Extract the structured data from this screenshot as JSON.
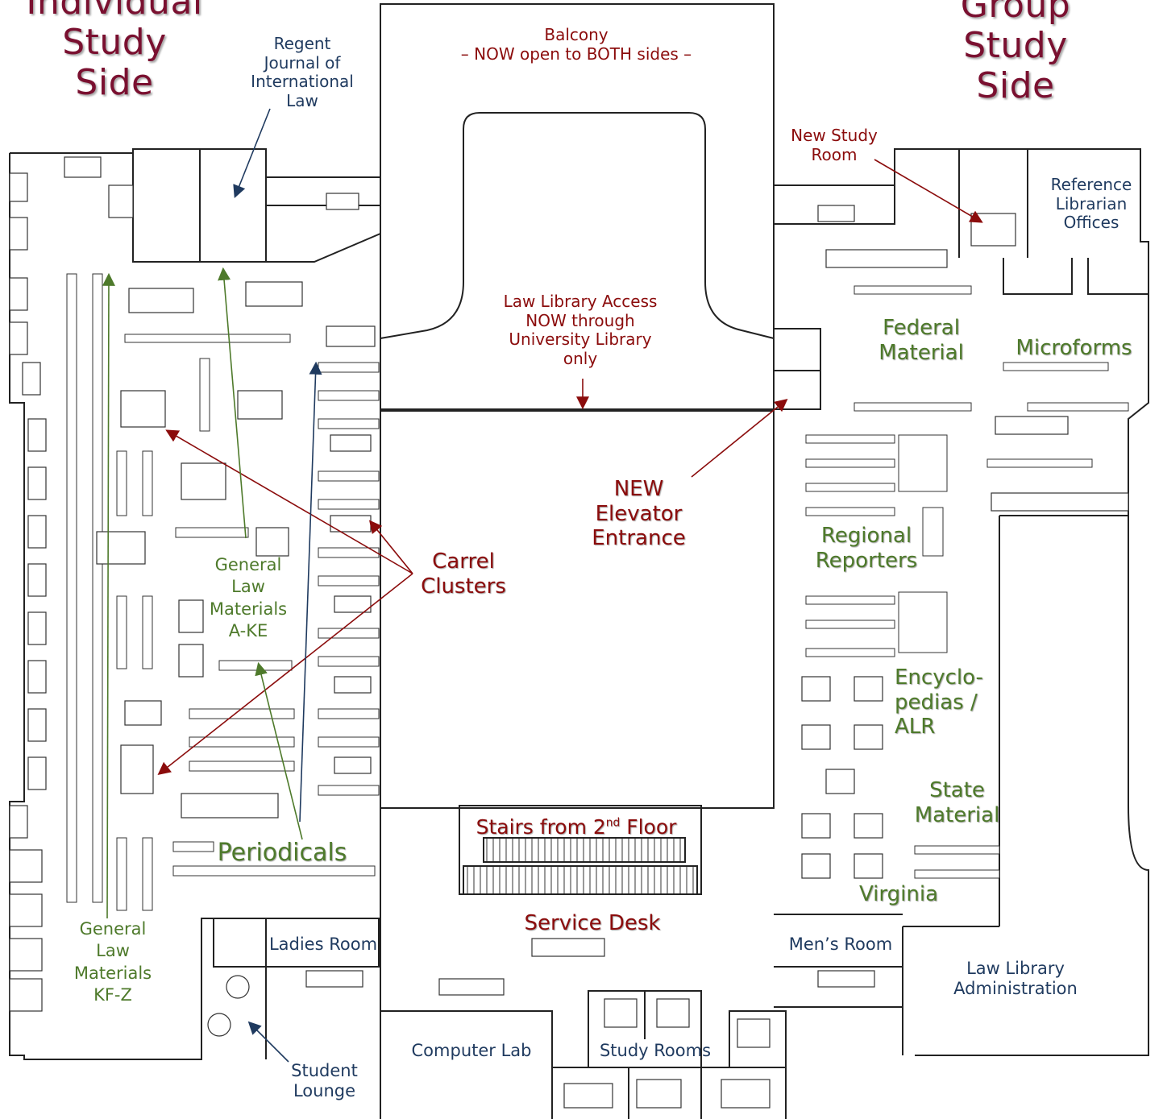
{
  "titles": {
    "individual_study_side": [
      "Individual",
      "Study Side"
    ],
    "group_study_side": [
      "Group Study",
      "Side"
    ]
  },
  "labels": {
    "regent_journal": [
      "Regent",
      "Journal of",
      "International",
      "Law"
    ],
    "balcony": [
      "Balcony",
      "– NOW open to BOTH sides –"
    ],
    "new_study_room": [
      "New Study",
      "Room"
    ],
    "reference_librarian_offices": [
      "Reference",
      "Librarian",
      "Offices"
    ],
    "law_library_access": [
      "Law Library Access",
      "NOW through",
      "University Library",
      "only"
    ],
    "federal_material": [
      "Federal",
      "Material"
    ],
    "microforms": "Microforms",
    "new_elevator_entrance": [
      "NEW",
      "Elevator",
      "Entrance"
    ],
    "carrel_clusters": [
      "Carrel",
      "Clusters"
    ],
    "regional_reporters": [
      "Regional",
      "Reporters"
    ],
    "general_law_materials_a_ke": [
      "General",
      "Law",
      "Materials",
      "A-KE"
    ],
    "encyclopedias_alr": [
      "Encyclo-",
      "pedias /",
      "ALR"
    ],
    "state_material": [
      "State",
      "Material"
    ],
    "stairs_prefix": "Stairs from 2",
    "stairs_sup": "nd",
    "stairs_suffix": " Floor",
    "periodicals": "Periodicals",
    "virginia": "Virginia",
    "service_desk": "Service Desk",
    "ladies_room": "Ladies Room",
    "mens_room": "Men’s Room",
    "law_library_administration": [
      "Law Library",
      "Administration"
    ],
    "general_law_materials_kf_z": [
      "General",
      "Law",
      "Materials",
      "KF-Z"
    ],
    "computer_lab": "Computer Lab",
    "study_rooms": "Study Rooms",
    "student_lounge": [
      "Student",
      "Lounge"
    ]
  },
  "colors": {
    "navy_label": "#1f3a5f",
    "maroon_label": "#8b0c0c",
    "green_label": "#4e7a2b",
    "side_title": "#7a1030",
    "wall": "#222222"
  }
}
